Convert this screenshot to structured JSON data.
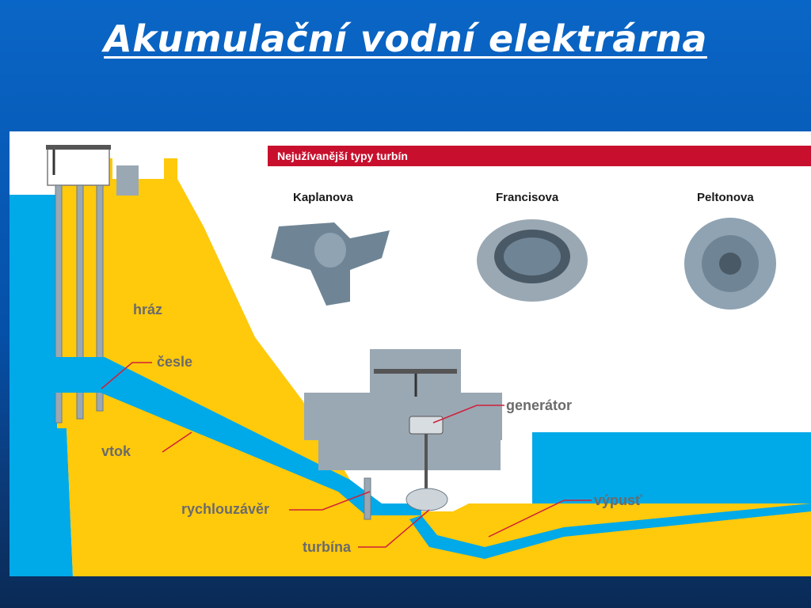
{
  "title": "Akumulační vodní elektrárna",
  "turbine_panel": {
    "heading": "Nejužívanější typy turbín",
    "types": [
      "Kaplanova",
      "Francisova",
      "Peltonova"
    ]
  },
  "labels": {
    "dam": "hráz",
    "rack": "česle",
    "intake": "vtok",
    "quick_gate": "rychlouzávěr",
    "turbine": "turbína",
    "generator": "generátor",
    "outlet": "výpusť"
  },
  "colors": {
    "background": "#0a5bbd",
    "water": "#00a9e8",
    "dam": "#ffc90c",
    "building": "#9aa8b3",
    "banner": "#c8102e",
    "leader_line": "#d0203a"
  }
}
